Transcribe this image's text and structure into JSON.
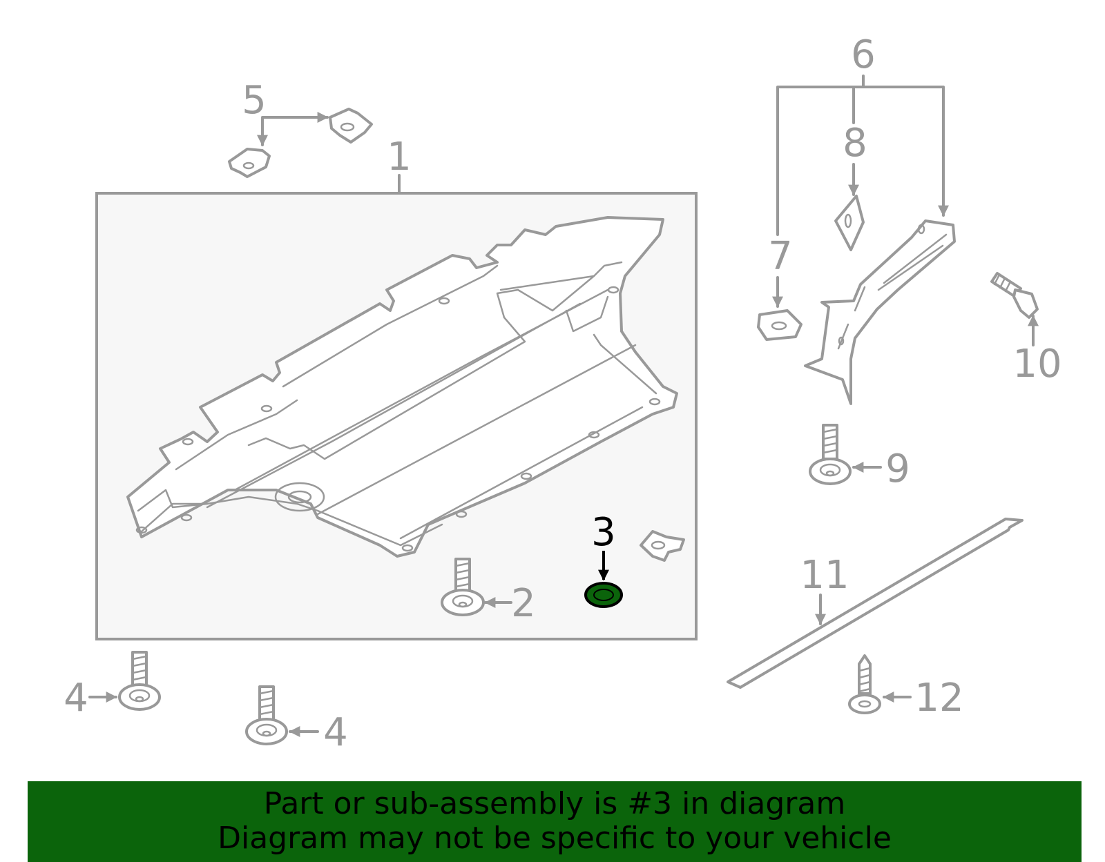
{
  "diagram": {
    "callouts": {
      "c1": "1",
      "c2": "2",
      "c3": "3",
      "c4a": "4",
      "c4b": "4",
      "c5": "5",
      "c6": "6",
      "c7": "7",
      "c8": "8",
      "c9": "9",
      "c10": "10",
      "c11": "11",
      "c12": "12"
    },
    "highlighted_part": "3",
    "colors": {
      "highlight_fill": "#0b640b",
      "line_gray": "#999999",
      "panel_bg": "#f7f7f7"
    }
  },
  "banner": {
    "line1": "Part or sub-assembly is #3 in diagram",
    "line2": "Diagram may not be specific to your vehicle",
    "background": "#0b640b"
  }
}
